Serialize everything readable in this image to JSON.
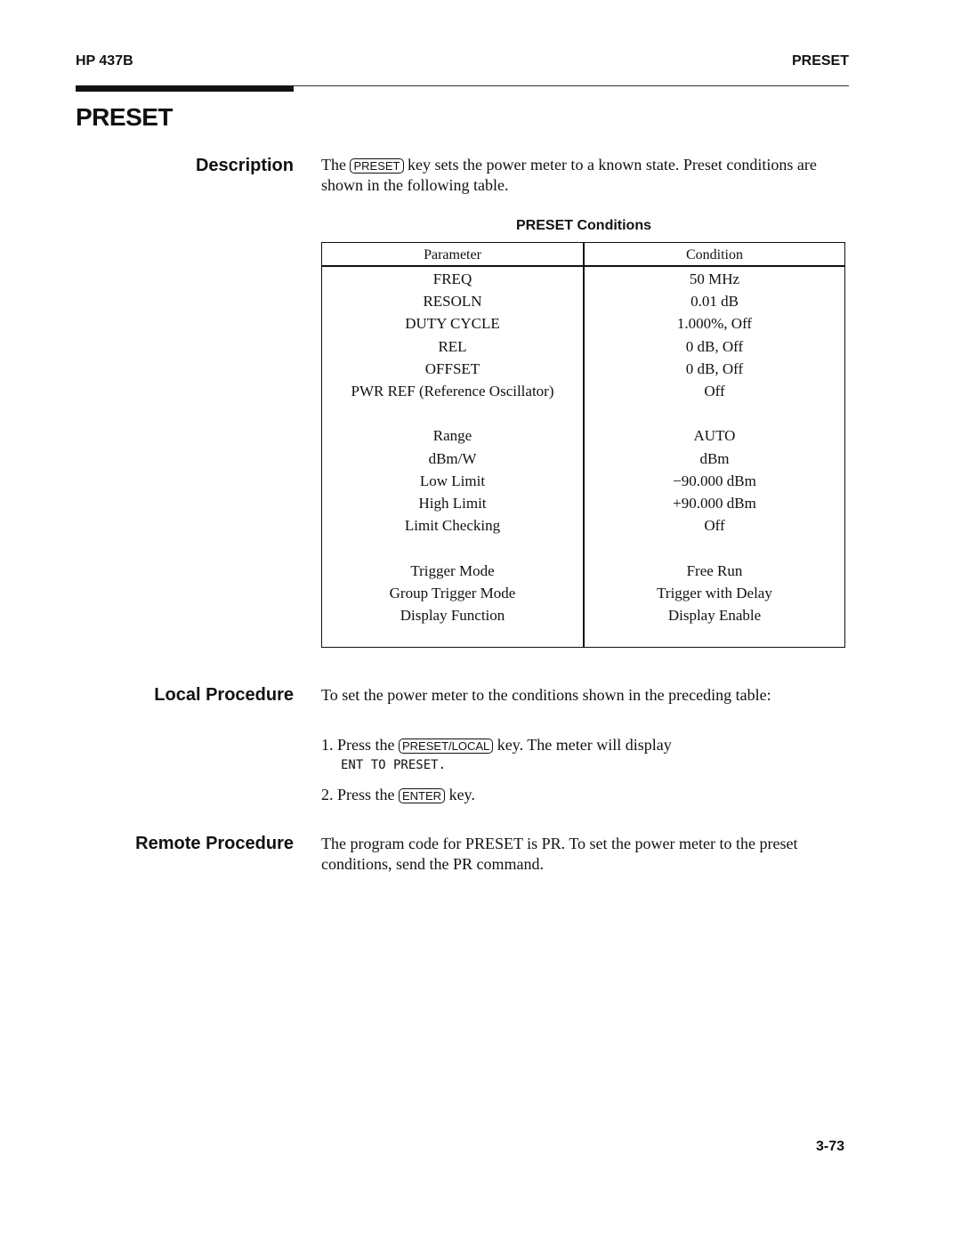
{
  "header": {
    "left": "HP 437B",
    "right": "PRESET"
  },
  "title": "PRESET",
  "description": {
    "heading": "Description",
    "text_before": "The",
    "key": "PRESET",
    "text_after": "key sets the power meter to a known state. Preset conditions are shown in the following table."
  },
  "table": {
    "caption": "PRESET Conditions",
    "headers": [
      "Parameter",
      "Condition"
    ],
    "groups": [
      [
        [
          "FREQ",
          "50 MHz"
        ],
        [
          "RESOLN",
          "0.01 dB"
        ],
        [
          "DUTY CYCLE",
          "1.000%, Off"
        ],
        [
          "REL",
          "0 dB, Off"
        ],
        [
          "OFFSET",
          "0 dB, Off"
        ],
        [
          "PWR REF (Reference Oscillator)",
          "Off"
        ]
      ],
      [
        [
          "Range",
          "AUTO"
        ],
        [
          "dBm/W",
          "dBm"
        ],
        [
          "Low Limit",
          "−90.000 dBm"
        ],
        [
          "High Limit",
          "+90.000 dBm"
        ],
        [
          "Limit Checking",
          "Off"
        ]
      ],
      [
        [
          "Trigger Mode",
          "Free Run"
        ],
        [
          "Group Trigger Mode",
          "Trigger with Delay"
        ],
        [
          "Display Function",
          "Display Enable"
        ]
      ]
    ]
  },
  "local": {
    "heading": "Local Procedure",
    "intro": "To set the power meter to the conditions shown in the preceding table:",
    "step1": {
      "num": "1.",
      "before": "Press the",
      "key": "PRESET/LOCAL",
      "after": "key. The meter will display",
      "display": "ENT TO PRESET."
    },
    "step2": {
      "num": "2.",
      "before": "Press the",
      "key": "ENTER",
      "after": "key."
    }
  },
  "remote": {
    "heading": "Remote Procedure",
    "text": "The program code for PRESET is PR. To set the power meter to the preset conditions, send the PR command."
  },
  "page_number": "3-73"
}
